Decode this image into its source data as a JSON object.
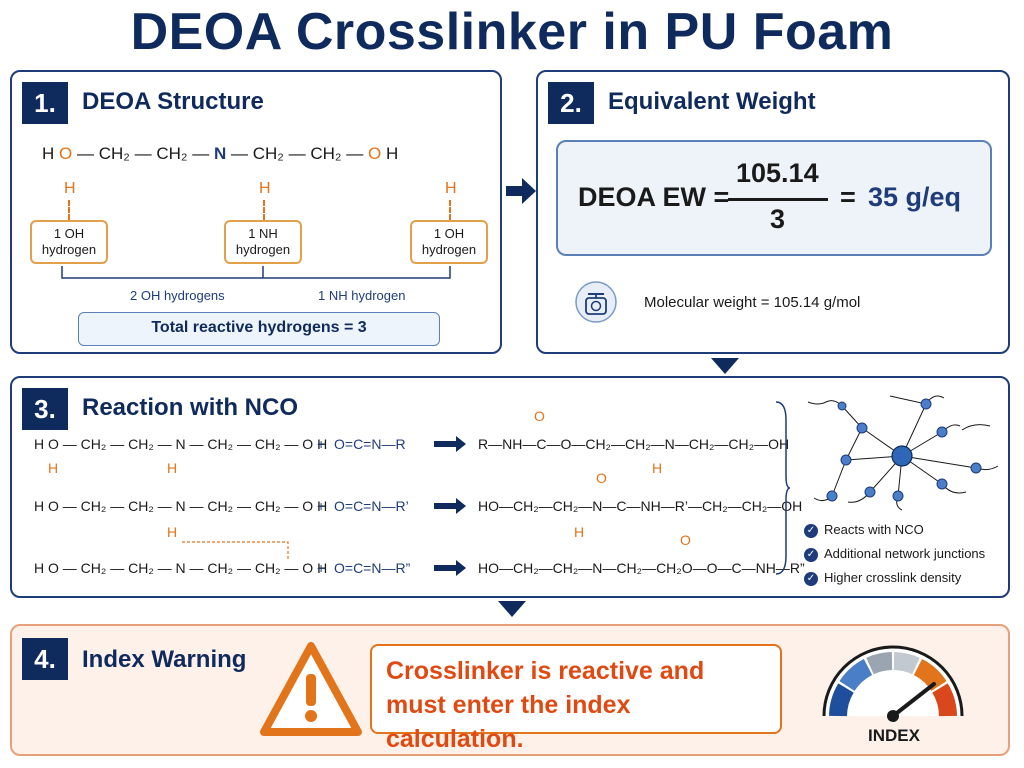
{
  "title": "DEOA Crosslinker in PU Foam",
  "section1": {
    "number": "1.",
    "title": "DEOA Structure",
    "formula": {
      "h1": "H",
      "o1": "O",
      "ch2a": "CH₂",
      "ch2b": "CH₂",
      "n": "N",
      "ch2c": "CH₂",
      "ch2d": "CH₂",
      "o2": "O",
      "h2": "H",
      "h_left": "H",
      "h_mid": "H",
      "h_right": "H"
    },
    "boxes": [
      "1 OH hydrogen",
      "1 NH hydrogen",
      "1 OH hydrogen"
    ],
    "label_oh": "2 OH hydrogens",
    "label_nh": "1 NH hydrogen",
    "total": "Total reactive hydrogens = 3"
  },
  "section2": {
    "number": "2.",
    "title": "Equivalent Weight",
    "lhs": "DEOA EW =",
    "numerator": "105.14",
    "denominator": "3",
    "result_eq": "=",
    "result": "35 g/eq",
    "mw": "Molecular weight = 105.14 g/mol",
    "icon": "scale-icon"
  },
  "section3": {
    "number": "3.",
    "title": "Reaction with NCO",
    "reactions": [
      {
        "reactant": "H O — CH₂ — CH₂ — N — CH₂ — CH₂ — O H",
        "plus": "+",
        "nco": "O=C=N—R",
        "product": "R—NH—C—O—CH₂—CH₂—N—CH₂—CH₂—OH"
      },
      {
        "reactant": "H O — CH₂ — CH₂ — N — CH₂ — CH₂ — O H",
        "plus": "+",
        "nco": "O=C=N—R’",
        "product": "HO—CH₂—CH₂—N—C—NH—R’—CH₂—CH₂—OH"
      },
      {
        "reactant": "H O — CH₂ — CH₂ — N — CH₂ — CH₂ — O H",
        "plus": "+",
        "nco": "O=C=N—R”",
        "product": "HO—CH₂—CH₂—N—CH₂—CH₂O—O—C—NH—R”"
      }
    ],
    "h_label": "H",
    "o_label": "O",
    "checks": [
      "Reacts with NCO",
      "Additional network junctions",
      "Higher crosslink density"
    ]
  },
  "section4": {
    "number": "4.",
    "title": "Index Warning",
    "warning_line1": "Crosslinker is reactive and",
    "warning_line2": "must enter the index calculation.",
    "gauge_label": "INDEX",
    "gauge_colors": [
      "#1f4e9c",
      "#4a7fc8",
      "#9aa5b1",
      "#c3c9d0",
      "#e2741b",
      "#d9481c"
    ]
  },
  "colors": {
    "navy": "#0f2a5c",
    "orange": "#e2741b",
    "panel4_bg": "#fdf1ea"
  }
}
